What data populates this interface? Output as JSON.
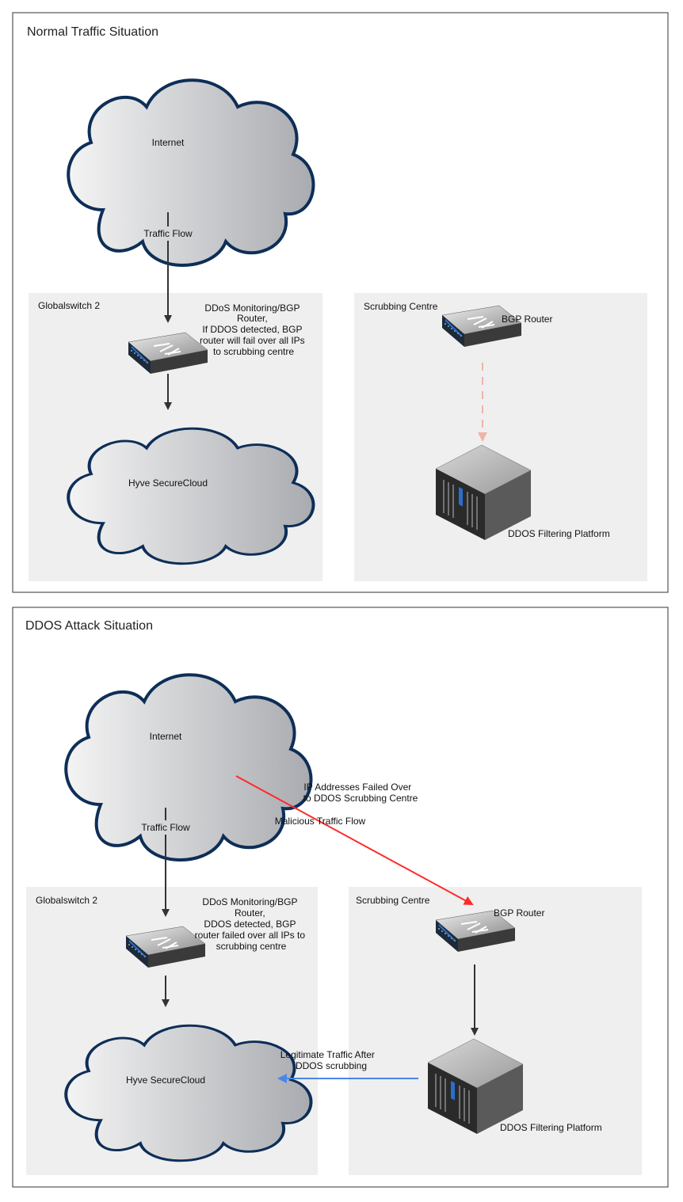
{
  "panels": [
    {
      "title": "Normal Traffic Situation",
      "internet": "Internet",
      "traffic_flow": "Traffic Flow",
      "zone_left": "Globalswitch 2",
      "zone_right": "Scrubbing Centre",
      "router_note": [
        "DDoS Monitoring/BGP",
        "Router,",
        "If DDOS detected, BGP",
        "router will fail over all IPs",
        "to scrubbing centre"
      ],
      "bgp_router": "BGP Router",
      "cloud_dest": "Hyve SecureCloud",
      "filter_platform": "DDOS Filtering Platform"
    },
    {
      "title": "DDOS Attack Situation",
      "internet": "Internet",
      "traffic_flow": "Traffic Flow",
      "failover_note": [
        "IP Addresses Failed Over",
        "to DDOS Scrubbing Centre"
      ],
      "malicious": "Malicious Traffic Flow",
      "zone_left": "Globalswitch 2",
      "zone_right": "Scrubbing Centre",
      "router_note": [
        "DDoS Monitoring/BGP",
        "Router,",
        "DDOS detected, BGP",
        "router failed over all IPs to",
        "scrubbing centre"
      ],
      "bgp_router": "BGP Router",
      "cloud_dest": "Hyve SecureCloud",
      "legit_note": [
        "Legitimate Traffic After",
        "DDOS scrubbing"
      ],
      "filter_platform": "DDOS Filtering Platform"
    }
  ],
  "colors": {
    "panel_border": "#333333",
    "zone_fill": "#efefef",
    "cloud_stroke": "#0d2e57",
    "flow_arrow": "#333333",
    "dashed_arrow": "#f0b3a8",
    "malicious_arrow": "#ff2a2a",
    "legit_arrow": "#4a86e8"
  }
}
